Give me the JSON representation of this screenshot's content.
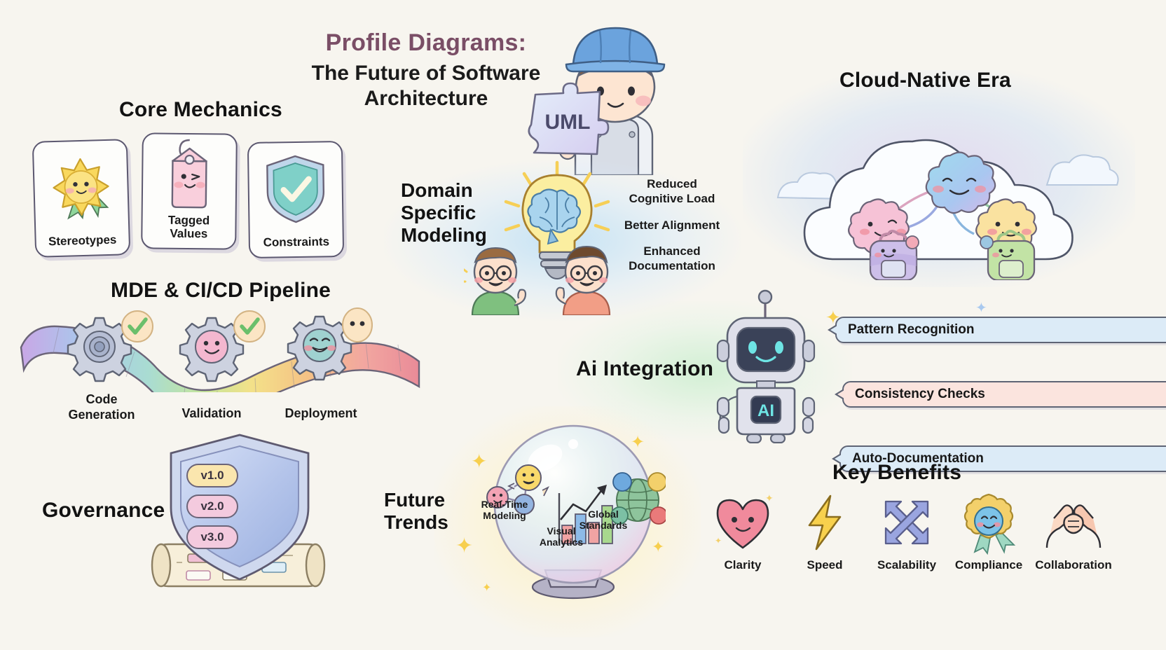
{
  "meta": {
    "background_color": "#f7f5ef",
    "title_accent_color": "#7a4e66"
  },
  "header": {
    "title": "Profile Diagrams:",
    "subtitle_line1": "The Future of Software",
    "subtitle_line2": "Architecture",
    "mascot": {
      "name": "engineer-child-mascot",
      "puzzle_label": "UML",
      "helmet_color": "#6ba3dd"
    }
  },
  "core_mechanics": {
    "title": "Core Mechanics",
    "cards": [
      {
        "label": "Stereotypes",
        "icon": "star-badge-icon",
        "color": "#f8d44e"
      },
      {
        "label_line1": "Tagged",
        "label_line2": "Values",
        "label": "Tagged Values",
        "icon": "price-tag-icon",
        "color": "#f7c9d6"
      },
      {
        "label": "Constraints",
        "icon": "shield-check-icon",
        "color": "#7fd4cb"
      }
    ]
  },
  "domain_specific_modeling": {
    "title_line1": "Domain",
    "title_line2": "Specific",
    "title_line3": "Modeling",
    "icon": "lightbulb-brain-icon",
    "benefits": [
      {
        "line1": "Reduced",
        "line2": "Cognitive Load"
      },
      {
        "line1": "Better Alignment",
        "line2": ""
      },
      {
        "line1": "Enhanced",
        "line2": "Documentation"
      }
    ]
  },
  "cloud_native": {
    "title": "Cloud-Native Era",
    "nodes": [
      {
        "name": "node-pink",
        "color": "#f3b8cd"
      },
      {
        "name": "node-blue",
        "color": "#8ed2e8"
      },
      {
        "name": "node-yellow",
        "color": "#f8dc8d"
      }
    ],
    "backpacks": [
      {
        "name": "backpack-purple",
        "color": "#c2b5e6"
      },
      {
        "name": "backpack-green",
        "color": "#b7dd9a"
      }
    ]
  },
  "pipeline": {
    "title": "MDE & CI/CD Pipeline",
    "stages": [
      {
        "line1": "Code",
        "line2": "Generation",
        "label": "Code Generation",
        "badge": "check"
      },
      {
        "line1": "Validation",
        "line2": "",
        "label": "Validation",
        "badge": "check"
      },
      {
        "line1": "Deployment",
        "line2": "",
        "label": "Deployment",
        "badge": "dots"
      }
    ]
  },
  "ai_integration": {
    "title": "Ai Integration",
    "robot_chest_label": "AI",
    "bubbles": [
      {
        "label": "Pattern Recognition",
        "style": "blue"
      },
      {
        "label": "Consistency Checks",
        "style": "peach"
      },
      {
        "label": "Auto-Documentation",
        "style": "blue"
      }
    ]
  },
  "governance": {
    "title": "Governance",
    "versions": [
      "v1.0",
      "v2.0",
      "v3.0"
    ],
    "version_colors": [
      "#fae6ae",
      "#f4cade",
      "#f4cade"
    ]
  },
  "future_trends": {
    "title_line1": "Future",
    "title_line2": "Trends",
    "title": "Future Trends",
    "items": [
      {
        "line1": "Real-Time",
        "line2": "Modeling",
        "label": "Real-Time Modeling",
        "icon": "network-nodes-icon"
      },
      {
        "line1": "Visual",
        "line2": "Analytics",
        "label": "Visual Analytics",
        "icon": "bar-chart-trend-icon"
      },
      {
        "line1": "Global",
        "line2": "Standards",
        "label": "Global Standards",
        "icon": "globe-icon"
      }
    ]
  },
  "key_benefits": {
    "title": "Key Benefits",
    "items": [
      {
        "label": "Clarity",
        "icon": "heart-icon",
        "color": "#ef8296"
      },
      {
        "label": "Speed",
        "icon": "lightning-icon",
        "color": "#f8d24a"
      },
      {
        "label": "Scalability",
        "icon": "arrows-cross-icon",
        "color": "#9aa5e0"
      },
      {
        "label": "Compliance",
        "icon": "medal-icon",
        "color": "#7fc6e8"
      },
      {
        "label": "Collaboration",
        "icon": "handshake-icon",
        "color": "#f2c3ae"
      }
    ]
  }
}
